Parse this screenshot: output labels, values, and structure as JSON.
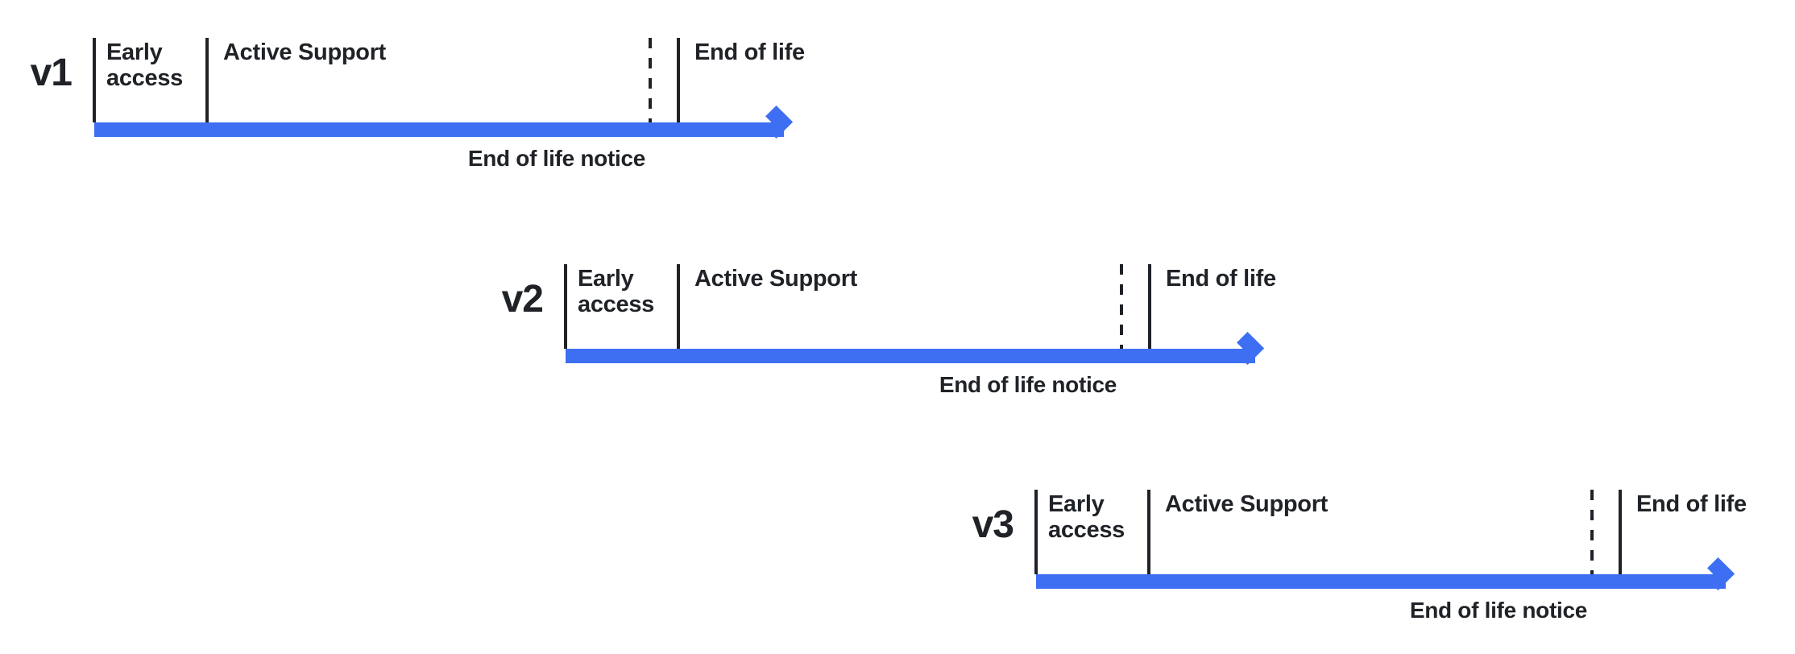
{
  "colors": {
    "accent": "#3e6ff3",
    "line": "#1f2227",
    "text": "#1f2227",
    "bg": "#ffffff"
  },
  "timelines": [
    {
      "version": "v1",
      "phases": {
        "early_access": "Early access",
        "active_support": "Active Support",
        "end_of_life": "End of life",
        "eol_notice": "End of life notice"
      }
    },
    {
      "version": "v2",
      "phases": {
        "early_access": "Early access",
        "active_support": "Active Support",
        "end_of_life": "End of life",
        "eol_notice": "End of life notice"
      }
    },
    {
      "version": "v3",
      "phases": {
        "early_access": "Early access",
        "active_support": "Active Support",
        "end_of_life": "End of life",
        "eol_notice": "End of life notice"
      }
    }
  ]
}
